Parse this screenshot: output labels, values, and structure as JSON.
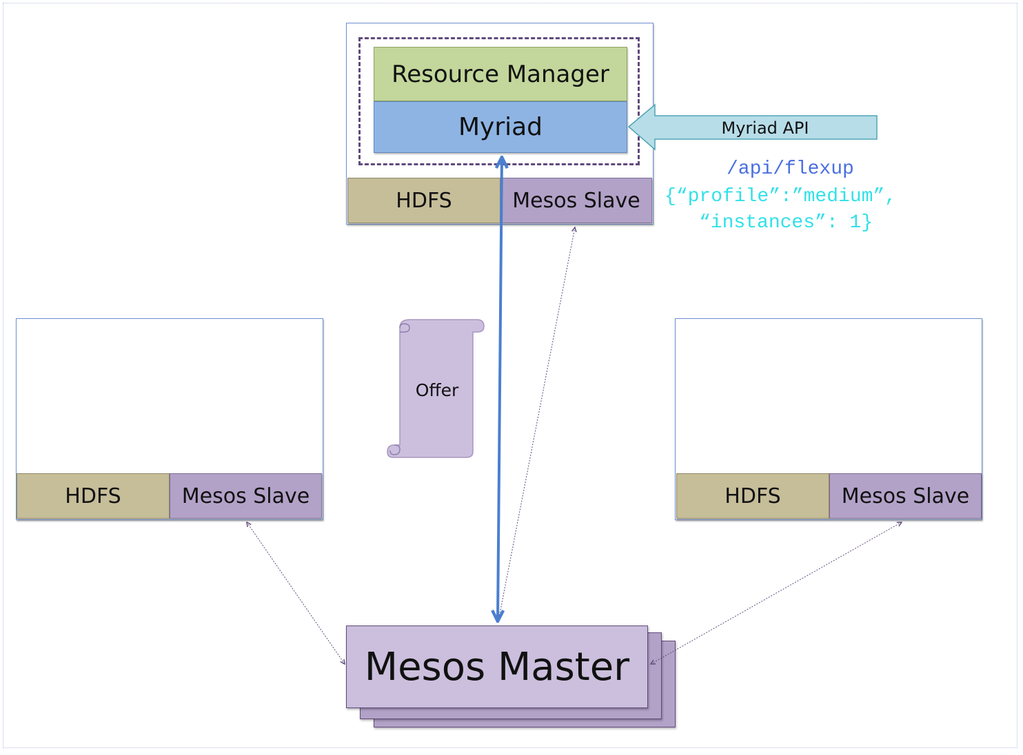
{
  "top_node": {
    "resource_manager": "Resource Manager",
    "myriad": "Myriad",
    "hdfs": "HDFS",
    "mesos_slave": "Mesos Slave"
  },
  "left_node": {
    "hdfs": "HDFS",
    "mesos_slave": "Mesos Slave"
  },
  "right_node": {
    "hdfs": "HDFS",
    "mesos_slave": "Mesos Slave"
  },
  "myriad_api": {
    "label": "Myriad API",
    "endpoint": "/api/flexup",
    "payload_line1": "{“profile”:”medium”,",
    "payload_line2": "“instances”: 1}"
  },
  "offer": {
    "label": "Offer"
  },
  "master": {
    "label": "Mesos Master"
  },
  "colors": {
    "resource_manager": "#c3d69b",
    "myriad": "#8eb4e3",
    "hdfs": "#c6bd99",
    "mesos_slave": "#b3a2c8",
    "master": "#cbbfdd",
    "api_arrow": "#b7dde8",
    "endpoint_text": "#4a6fe0",
    "payload_text": "#33e0e8",
    "link_line": "#5e4a7a",
    "primary_link": "#4a7fd0"
  }
}
